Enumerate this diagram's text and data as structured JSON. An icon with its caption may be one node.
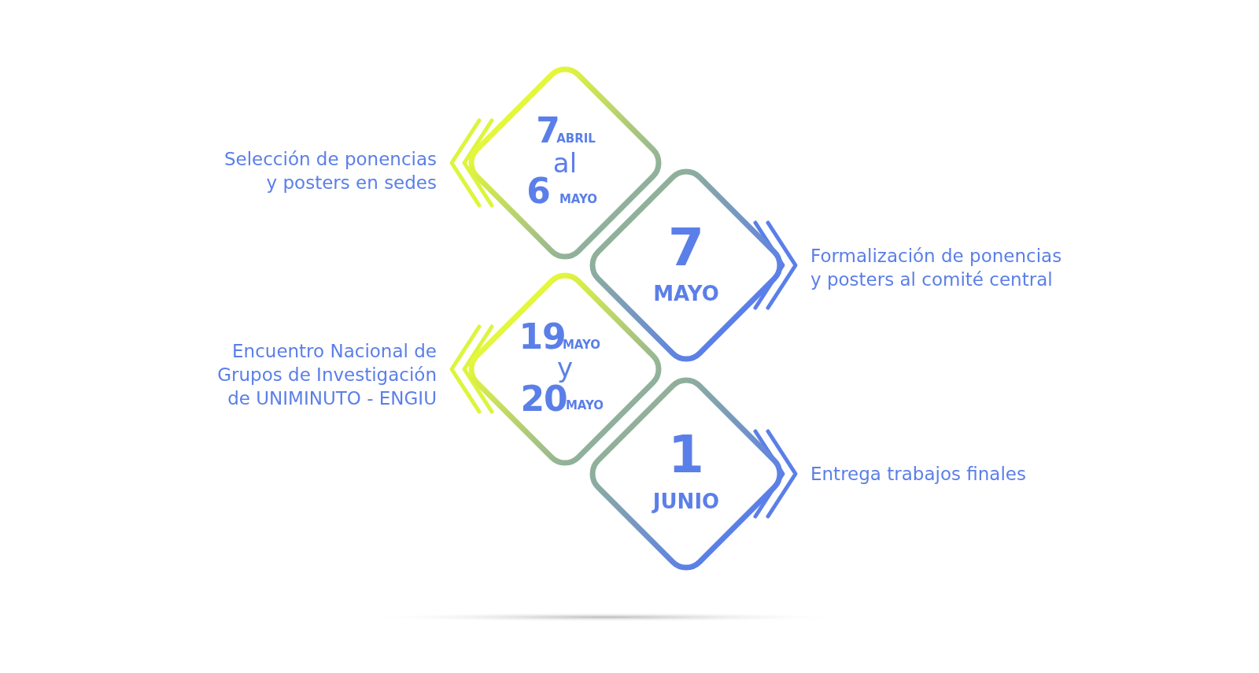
{
  "diagram": {
    "nodes": [
      {
        "text": [
          "7",
          "ABRIL",
          "al",
          "6",
          "MAYO"
        ],
        "beside": [
          "Selección de ponencias y posters en sedes"
        ]
      },
      {
        "text": [
          "7",
          "MAYO"
        ],
        "beside": [
          "Formalización de ponencias y posters al comité central"
        ]
      },
      {
        "text": [
          "19",
          "MAYO",
          "y",
          "20",
          "MAYO"
        ],
        "beside": [
          "Encuentro Nacional de Grupos de Investigación de UNIMINUTO - ENGIU"
        ]
      },
      {
        "text": [
          "1",
          "JUNIO"
        ],
        "beside": [
          "Entrega trabajos finales"
        ]
      }
    ]
  }
}
